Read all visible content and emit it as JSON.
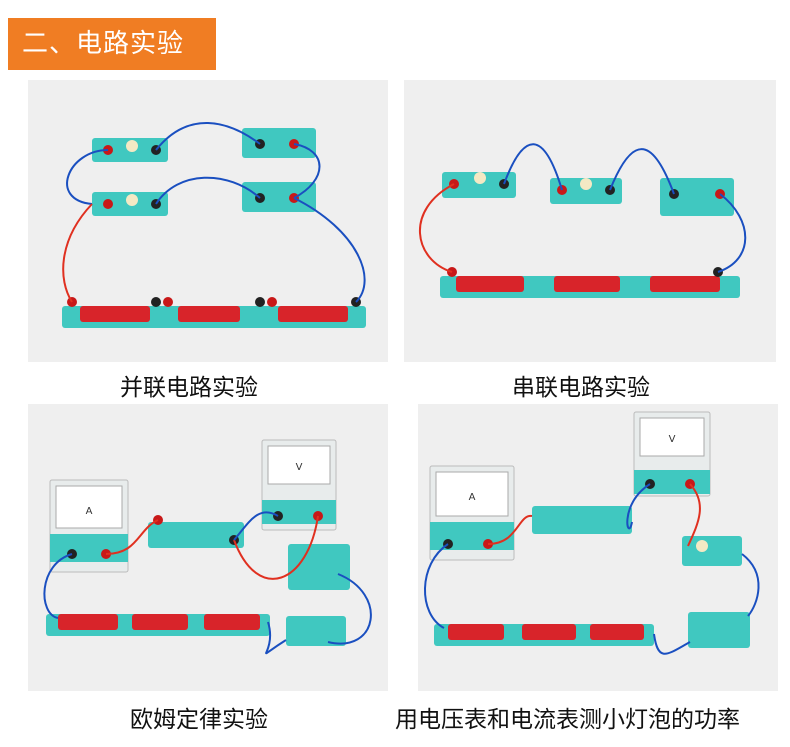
{
  "header": {
    "title": "二、电路实验",
    "bg_color": "#f07d23"
  },
  "panels": [
    {
      "caption": "并联电路实验"
    },
    {
      "caption": "串联电路实验"
    },
    {
      "caption": "欧姆定律实验",
      "ammeter_label": "A",
      "voltmeter_label": "V"
    },
    {
      "caption": "用电压表和电流表测小灯泡的功率",
      "ammeter_label": "A",
      "voltmeter_label": "V"
    }
  ],
  "colors": {
    "base": "#40c8c0",
    "battery": "#d8242a",
    "wire_blue": "#1a4fc0",
    "wire_red": "#e03020"
  }
}
